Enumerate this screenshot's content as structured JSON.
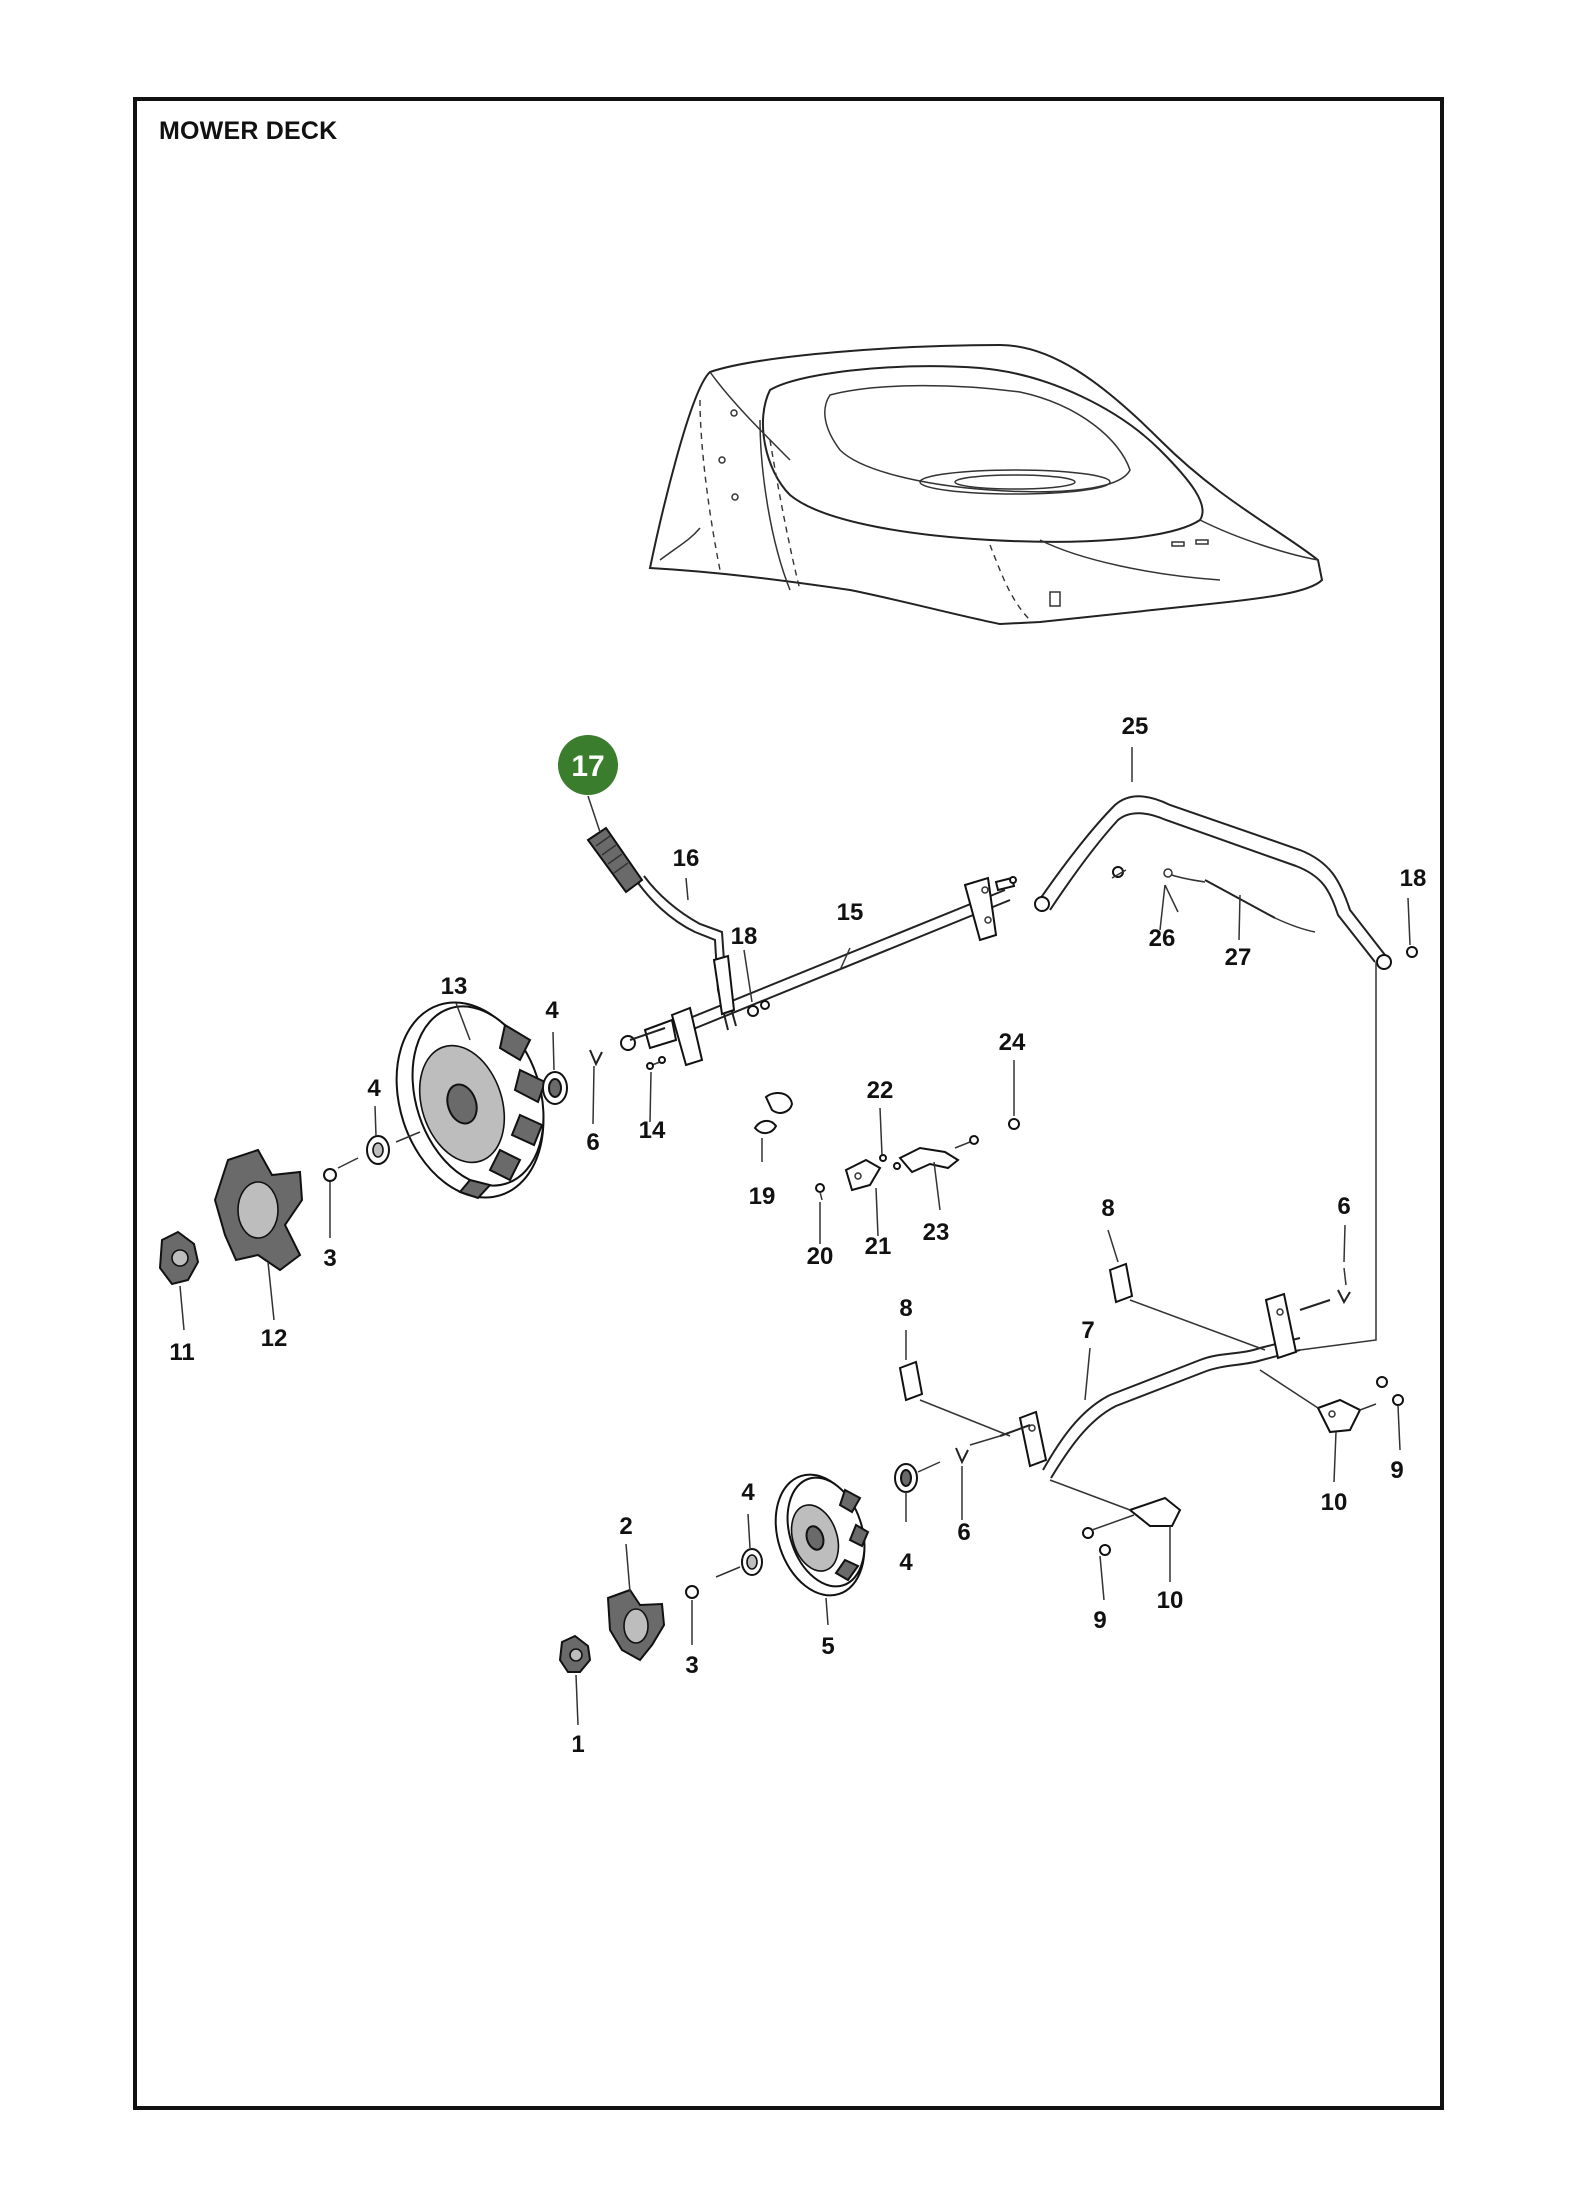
{
  "title": "MOWER DECK",
  "highlight": {
    "number": "17",
    "color": "#3a7d2c"
  },
  "callouts": {
    "c1": "1",
    "c2": "2",
    "c3a": "3",
    "c3b": "3",
    "c4a": "4",
    "c4b": "4",
    "c4c": "4",
    "c4d": "4",
    "c5": "5",
    "c6a": "6",
    "c6b": "6",
    "c6c": "6",
    "c7": "7",
    "c8a": "8",
    "c8b": "8",
    "c9a": "9",
    "c9b": "9",
    "c10a": "10",
    "c10b": "10",
    "c11": "11",
    "c12": "12",
    "c13": "13",
    "c14": "14",
    "c15": "15",
    "c16": "16",
    "c18a": "18",
    "c18b": "18",
    "c19": "19",
    "c20": "20",
    "c21": "21",
    "c22": "22",
    "c23": "23",
    "c24": "24",
    "c25": "25",
    "c26": "26",
    "c27": "27"
  }
}
